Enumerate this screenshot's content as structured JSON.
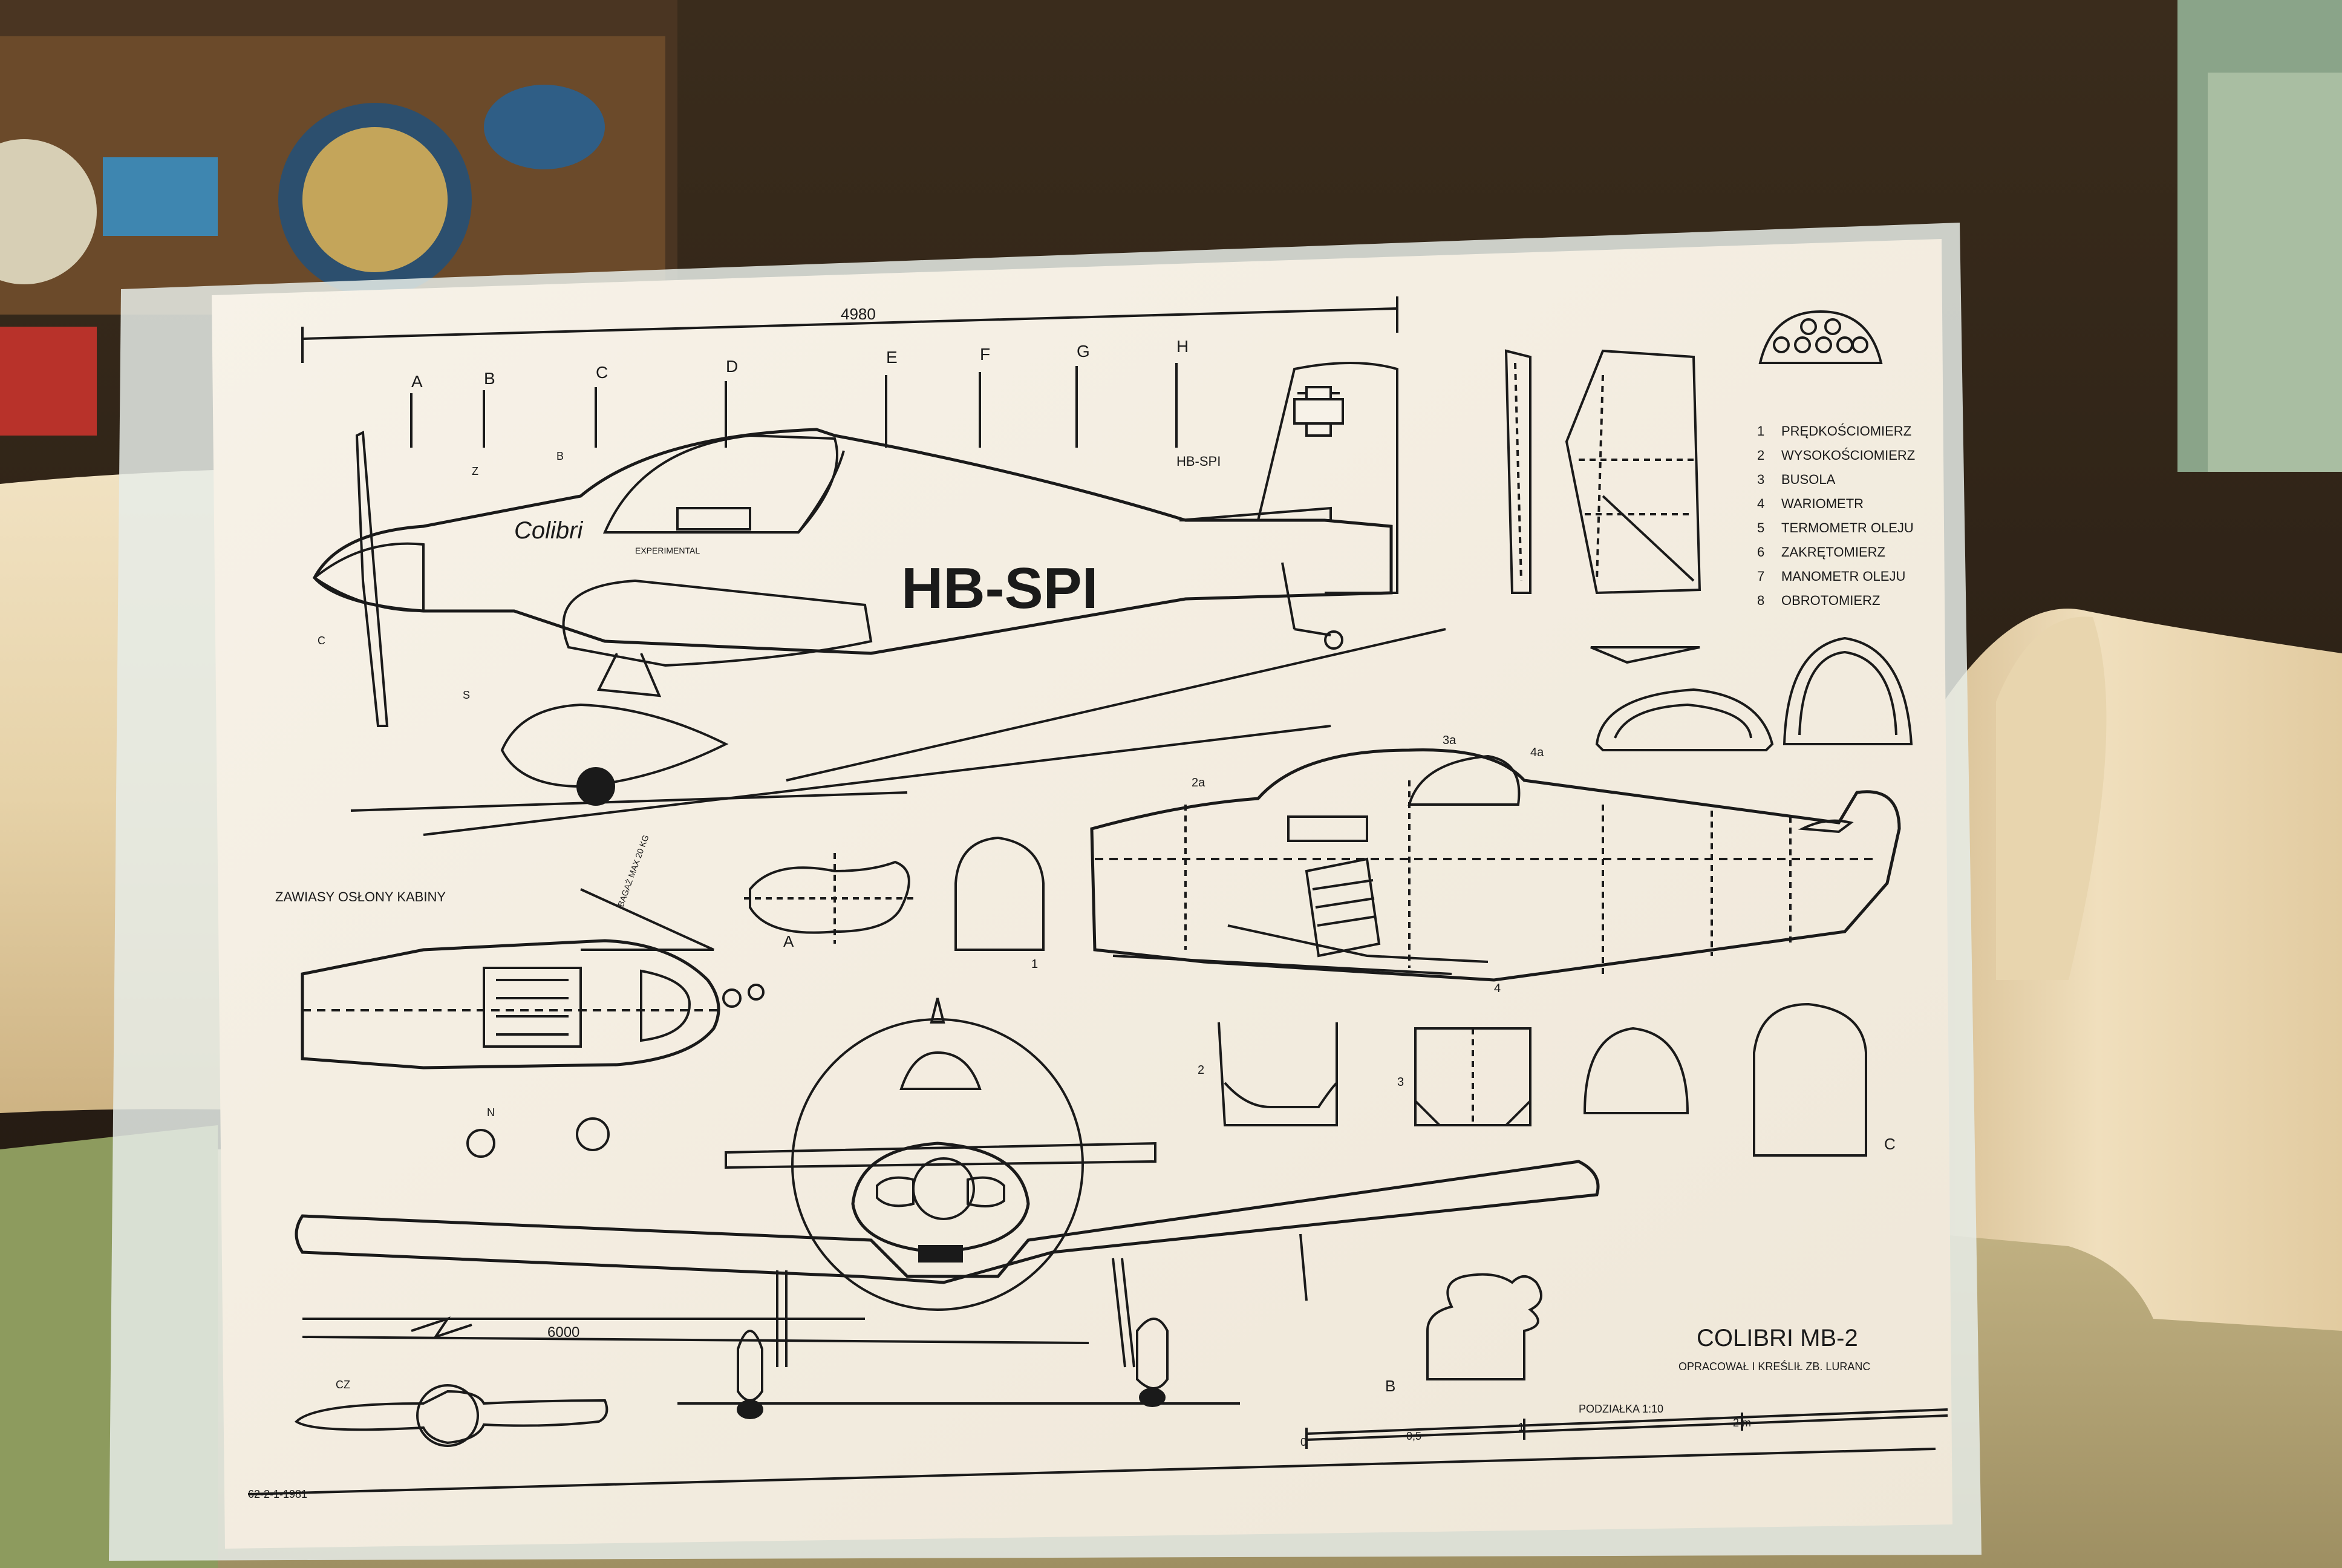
{
  "plan": {
    "dimension_top": "4980",
    "section_letters": [
      "A",
      "B",
      "C",
      "D",
      "E",
      "F",
      "G",
      "H"
    ],
    "registration": "HB-SPI",
    "registration_small": "HB-SPI",
    "script_name": "Colibri",
    "experimental": "EXPERIMENTAL",
    "instruments": [
      {
        "num": "1",
        "name": "PRĘDKOŚCIOMIERZ"
      },
      {
        "num": "2",
        "name": "WYSOKOŚCIOMIERZ"
      },
      {
        "num": "3",
        "name": "BUSOLA"
      },
      {
        "num": "4",
        "name": "WARIOMETR"
      },
      {
        "num": "5",
        "name": "TERMOMETR OLEJU"
      },
      {
        "num": "6",
        "name": "ZAKRĘTOMIERZ"
      },
      {
        "num": "7",
        "name": "MANOMETR OLEJU"
      },
      {
        "num": "8",
        "name": "OBROTOMIERZ"
      }
    ],
    "canopy_hinges": "ZAWIASY OSŁONY KABINY",
    "baggage": "BAGAŻ MAX 20 KG",
    "dimension_span": "6000",
    "title": "COLIBRI MB-2",
    "author": "OPRACOWAŁ I KREŚLIŁ ZB. LURANC",
    "scale_label": "PODZIAŁKA 1:10",
    "scale_0": "0",
    "scale_05": "0,5",
    "scale_1": "1",
    "scale_2m": "2 m",
    "doc_number": "62-2-1-1981",
    "section_a": "A",
    "section_b": "B",
    "section_c": "C",
    "section_1": "1",
    "section_2": "2",
    "section_3": "3",
    "section_2a": "2a",
    "section_3a": "3a",
    "section_4": "4",
    "section_4a": "4a",
    "lbl_z": "Z",
    "lbl_s": "S",
    "lbl_c": "C",
    "lbl_b": "B",
    "lbl_n": "N",
    "lbl_cz": "CZ"
  }
}
